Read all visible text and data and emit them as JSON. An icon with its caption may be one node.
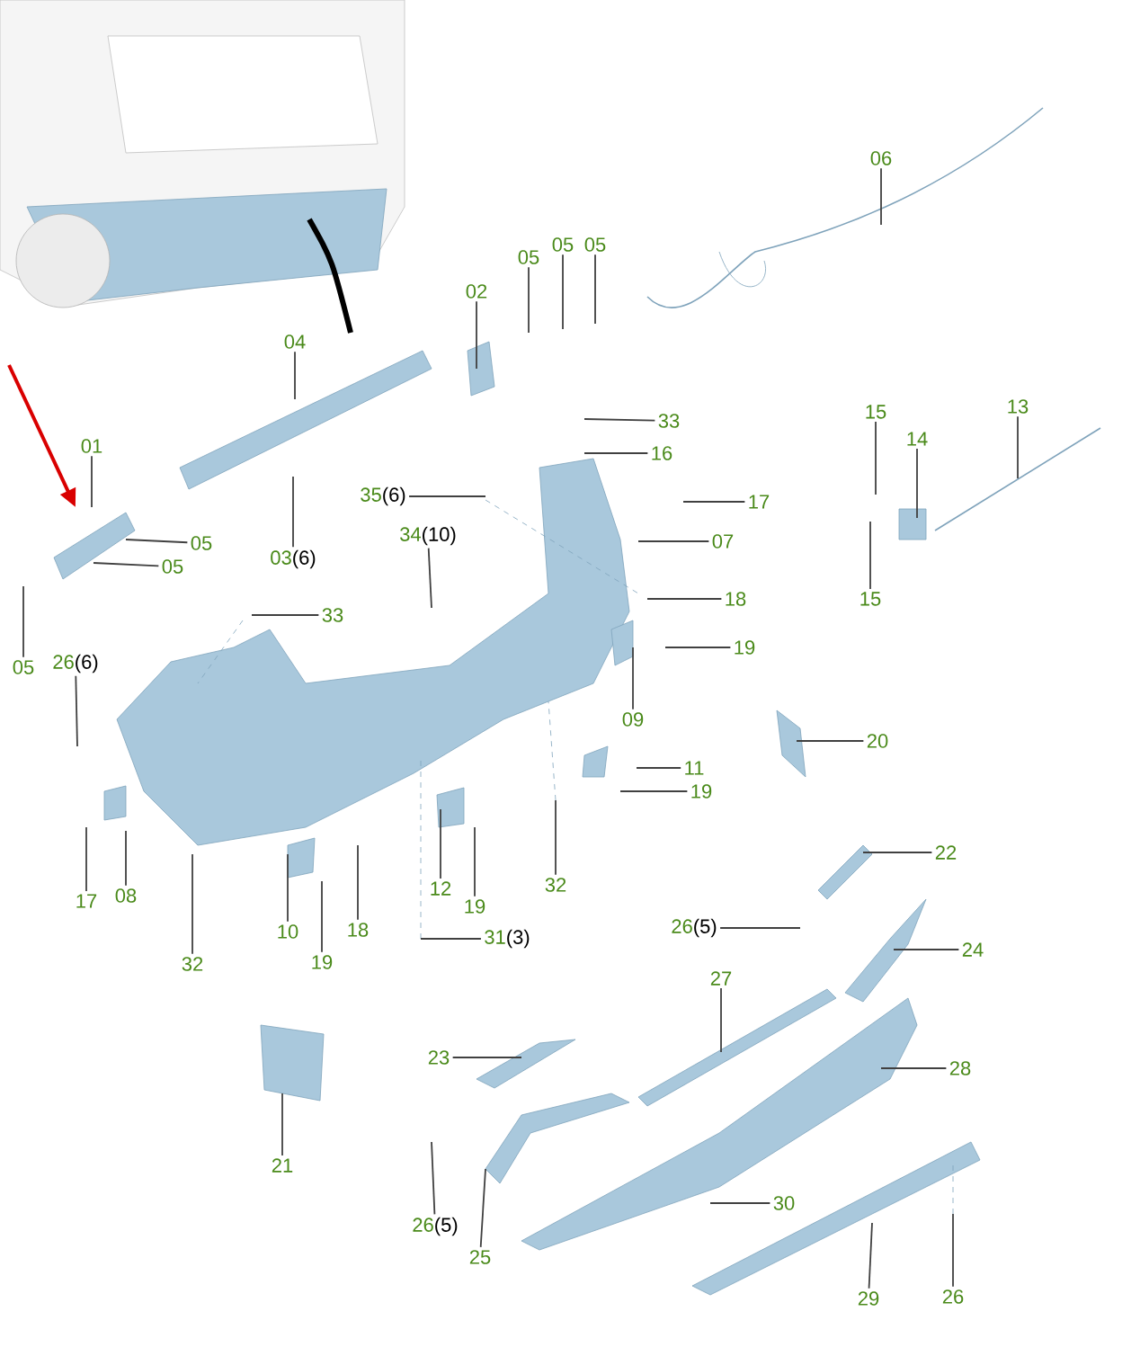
{
  "diagram": {
    "nodes": [
      {
        "text": [
          "06"
        ]
      },
      {
        "text": [
          "02"
        ]
      },
      {
        "text": [
          "05"
        ]
      },
      {
        "text": [
          "05"
        ]
      },
      {
        "text": [
          "05"
        ]
      },
      {
        "text": [
          "04"
        ]
      },
      {
        "text": [
          "01"
        ]
      },
      {
        "text": [
          "05"
        ]
      },
      {
        "text": [
          "05"
        ]
      },
      {
        "text": [
          "05"
        ]
      },
      {
        "text": [
          "03",
          "(6)"
        ]
      },
      {
        "text": [
          "35",
          "(6)"
        ]
      },
      {
        "text": [
          "34",
          "(10)"
        ]
      },
      {
        "text": [
          "33"
        ]
      },
      {
        "text": [
          "16"
        ]
      },
      {
        "text": [
          "17"
        ]
      },
      {
        "text": [
          "07"
        ]
      },
      {
        "text": [
          "18"
        ]
      },
      {
        "text": [
          "19"
        ]
      },
      {
        "text": [
          "09"
        ]
      },
      {
        "text": [
          "15"
        ]
      },
      {
        "text": [
          "14"
        ]
      },
      {
        "text": [
          "15"
        ]
      },
      {
        "text": [
          "13"
        ]
      },
      {
        "text": [
          "33"
        ]
      },
      {
        "text": [
          "26",
          "(6)"
        ]
      },
      {
        "text": [
          "11"
        ]
      },
      {
        "text": [
          "19"
        ]
      },
      {
        "text": [
          "20"
        ]
      },
      {
        "text": [
          "32"
        ]
      },
      {
        "text": [
          "17"
        ]
      },
      {
        "text": [
          "08"
        ]
      },
      {
        "text": [
          "32"
        ]
      },
      {
        "text": [
          "12"
        ]
      },
      {
        "text": [
          "19"
        ]
      },
      {
        "text": [
          "18"
        ]
      },
      {
        "text": [
          "10"
        ]
      },
      {
        "text": [
          "19"
        ]
      },
      {
        "text": [
          "31",
          "(3)"
        ]
      },
      {
        "text": [
          "22"
        ]
      },
      {
        "text": [
          "26",
          "(5)"
        ]
      },
      {
        "text": [
          "24"
        ]
      },
      {
        "text": [
          "27"
        ]
      },
      {
        "text": [
          "23"
        ]
      },
      {
        "text": [
          "28"
        ]
      },
      {
        "text": [
          "21"
        ]
      },
      {
        "text": [
          "26",
          "(5)"
        ]
      },
      {
        "text": [
          "25"
        ]
      },
      {
        "text": [
          "30"
        ]
      },
      {
        "text": [
          "29"
        ]
      },
      {
        "text": [
          "26"
        ]
      }
    ],
    "edges": [
      {
        "from": 0,
        "to": null,
        "arrow": "none"
      },
      {
        "from": 1,
        "to": null,
        "arrow": "none"
      },
      {
        "from": 2,
        "to": null,
        "arrow": "none"
      },
      {
        "from": 3,
        "to": null,
        "arrow": "none"
      },
      {
        "from": 4,
        "to": null,
        "arrow": "none"
      },
      {
        "from": 5,
        "to": null,
        "arrow": "none"
      },
      {
        "from": 6,
        "to": null,
        "arrow": "none"
      },
      {
        "from": 7,
        "to": null,
        "arrow": "none"
      },
      {
        "from": 8,
        "to": null,
        "arrow": "none"
      },
      {
        "from": 9,
        "to": null,
        "arrow": "none"
      },
      {
        "from": 10,
        "to": null,
        "arrow": "none"
      },
      {
        "from": 11,
        "to": null,
        "arrow": "none"
      },
      {
        "from": 12,
        "to": null,
        "arrow": "none"
      },
      {
        "from": 13,
        "to": null,
        "arrow": "none"
      },
      {
        "from": 14,
        "to": null,
        "arrow": "none"
      },
      {
        "from": 15,
        "to": null,
        "arrow": "none"
      },
      {
        "from": 16,
        "to": null,
        "arrow": "none"
      },
      {
        "from": 17,
        "to": null,
        "arrow": "none"
      },
      {
        "from": 18,
        "to": null,
        "arrow": "none"
      },
      {
        "from": 19,
        "to": null,
        "arrow": "none"
      },
      {
        "from": 20,
        "to": null,
        "arrow": "none"
      },
      {
        "from": 21,
        "to": null,
        "arrow": "none"
      },
      {
        "from": 22,
        "to": null,
        "arrow": "none"
      },
      {
        "from": 23,
        "to": null,
        "arrow": "none"
      },
      {
        "from": 24,
        "to": null,
        "arrow": "none"
      },
      {
        "from": 25,
        "to": null,
        "arrow": "none"
      },
      {
        "from": 26,
        "to": null,
        "arrow": "none"
      },
      {
        "from": 27,
        "to": null,
        "arrow": "none"
      },
      {
        "from": 28,
        "to": null,
        "arrow": "none"
      },
      {
        "from": 29,
        "to": null,
        "arrow": "none"
      },
      {
        "from": 30,
        "to": null,
        "arrow": "none"
      },
      {
        "from": 31,
        "to": null,
        "arrow": "none"
      },
      {
        "from": 32,
        "to": null,
        "arrow": "none"
      },
      {
        "from": 33,
        "to": null,
        "arrow": "none"
      },
      {
        "from": 34,
        "to": null,
        "arrow": "none"
      },
      {
        "from": 35,
        "to": null,
        "arrow": "none"
      },
      {
        "from": 36,
        "to": null,
        "arrow": "none"
      },
      {
        "from": 37,
        "to": null,
        "arrow": "none"
      },
      {
        "from": 38,
        "to": null,
        "arrow": "none"
      },
      {
        "from": 39,
        "to": null,
        "arrow": "none"
      },
      {
        "from": 40,
        "to": null,
        "arrow": "none"
      },
      {
        "from": 41,
        "to": null,
        "arrow": "none"
      },
      {
        "from": 42,
        "to": null,
        "arrow": "none"
      },
      {
        "from": 43,
        "to": null,
        "arrow": "none"
      },
      {
        "from": 44,
        "to": null,
        "arrow": "none"
      },
      {
        "from": 45,
        "to": null,
        "arrow": "none"
      },
      {
        "from": 46,
        "to": null,
        "arrow": "none"
      },
      {
        "from": 47,
        "to": null,
        "arrow": "none"
      },
      {
        "from": 48,
        "to": null,
        "arrow": "none"
      },
      {
        "from": 49,
        "to": null,
        "arrow": "none"
      },
      {
        "from": 50,
        "to": null,
        "arrow": "none"
      }
    ]
  }
}
